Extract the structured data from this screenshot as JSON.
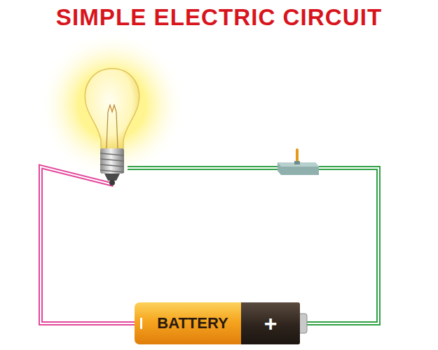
{
  "diagram": {
    "title": "SIMPLE ELECTRIC CIRCUIT",
    "nodes": [
      {
        "text": [
          "BATTERY",
          "+"
        ]
      }
    ]
  }
}
